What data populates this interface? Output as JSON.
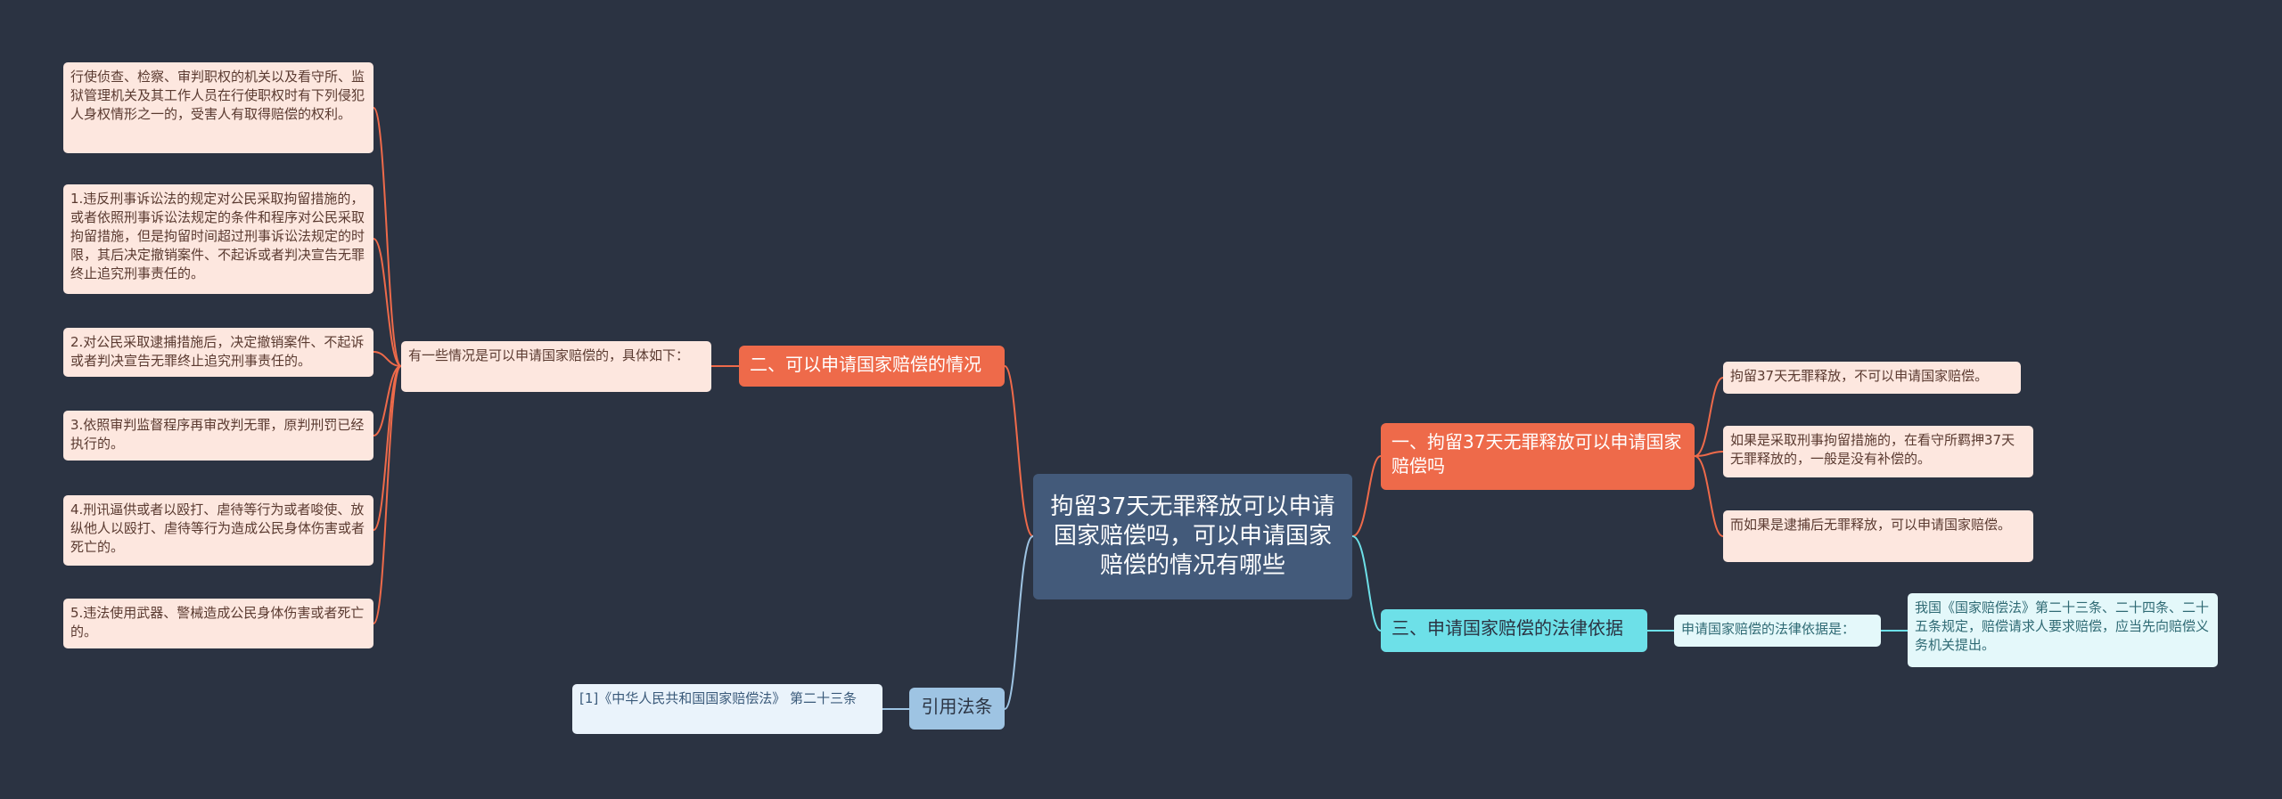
{
  "root": {
    "title": "拘留37天无罪释放可以申请国家赔偿吗，可以申请国家赔偿的情况有哪些"
  },
  "branches": {
    "situations": {
      "label": "二、可以申请国家赔偿的情况",
      "intro": "有一些情况是可以申请国家赔偿的，具体如下：",
      "items": [
        "行使侦查、检察、审判职权的机关以及看守所、监狱管理机关及其工作人员在行使职权时有下列侵犯人身权情形之一的，受害人有取得赔偿的权利。",
        "1.违反刑事诉讼法的规定对公民采取拘留措施的，或者依照刑事诉讼法规定的条件和程序对公民采取拘留措施，但是拘留时间超过刑事诉讼法规定的时限，其后决定撤销案件、不起诉或者判决宣告无罪终止追究刑事责任的。",
        "2.对公民采取逮捕措施后，决定撤销案件、不起诉或者判决宣告无罪终止追究刑事责任的。",
        "3.依照审判监督程序再审改判无罪，原判刑罚已经执行的。",
        "4.刑讯逼供或者以殴打、虐待等行为或者唆使、放纵他人以殴打、虐待等行为造成公民身体伤害或者死亡的。",
        "5.违法使用武器、警械造成公民身体伤害或者死亡的。"
      ]
    },
    "detention": {
      "label": "一、拘留37天无罪释放可以申请国家赔偿吗",
      "items": [
        "拘留37天无罪释放，不可以申请国家赔偿。",
        "如果是采取刑事拘留措施的，在看守所羁押37天无罪释放的，一般是没有补偿的。",
        "而如果是逮捕后无罪释放，可以申请国家赔偿。"
      ]
    },
    "legal_basis": {
      "label": "三、申请国家赔偿的法律依据",
      "intro": "申请国家赔偿的法律依据是：",
      "text": "我国《国家赔偿法》第二十三条、二十四条、二十五条规定，赔偿请求人要求赔偿，应当先向赔偿义务机关提出。"
    },
    "citation": {
      "label": "引用法条",
      "text": "[1]《中华人民共和国国家赔偿法》 第二十三条"
    }
  },
  "colors": {
    "background": "#2b3342",
    "root": "#435a7a",
    "orange_branch": "#ee6a4a",
    "orange_leaf": "#fde7df",
    "cyan_branch": "#6de0e8",
    "cyan_leaf": "#e4f8fa",
    "blue_branch": "#9ec4e3",
    "blue_leaf": "#eaf3fb"
  }
}
